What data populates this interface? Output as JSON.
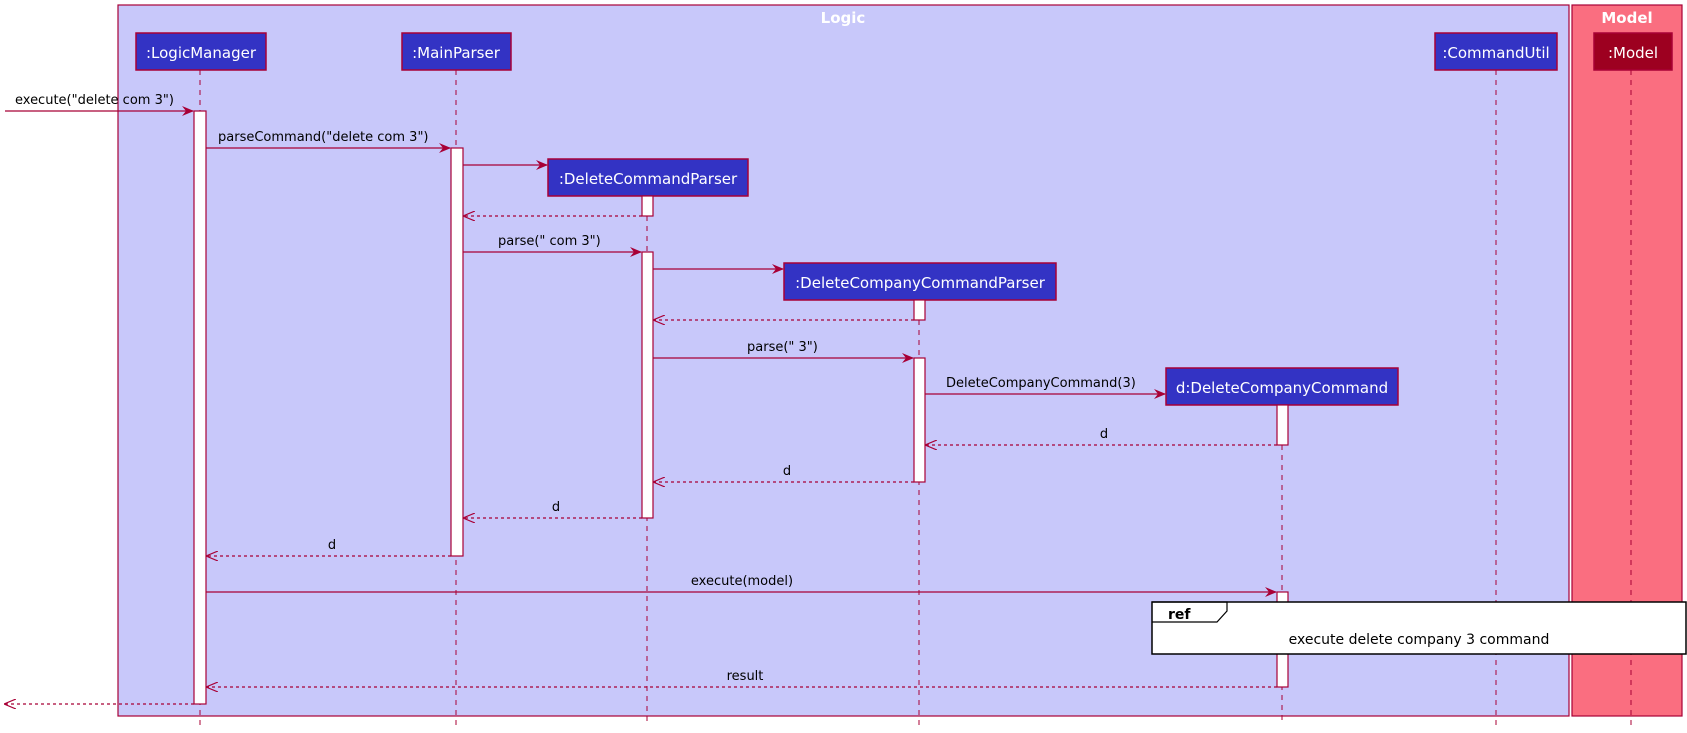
{
  "colors": {
    "logic_bg": "#C8C8FA",
    "model_bg": "#FA6E80",
    "frame_border": "#A80036",
    "participant_fill": "#3333C4",
    "model_fill": "#9D0020",
    "activation_fill": "#ffffff"
  },
  "boxes": {
    "logic": "Logic",
    "model": "Model"
  },
  "participants": {
    "logic_manager": ":LogicManager",
    "main_parser": ":MainParser",
    "delete_command_parser": ":DeleteCommandParser",
    "delete_company_command_parser": ":DeleteCompanyCommandParser",
    "delete_company_command": "d:DeleteCompanyCommand",
    "command_util": ":CommandUtil",
    "model": ":Model"
  },
  "messages": {
    "execute_delete": "execute(\"delete com 3\")",
    "parse_command": "parseCommand(\"delete com 3\")",
    "parse_com": "parse(\" com 3\")",
    "parse_3": "parse(\" 3\")",
    "construct_command": "DeleteCompanyCommand(3)",
    "return_d1": "d",
    "return_d2": "d",
    "return_d3": "d",
    "return_d4": "d",
    "execute_model": "execute(model)",
    "result": "result"
  },
  "ref": {
    "keyword": "ref",
    "text": "execute delete company 3 command"
  }
}
